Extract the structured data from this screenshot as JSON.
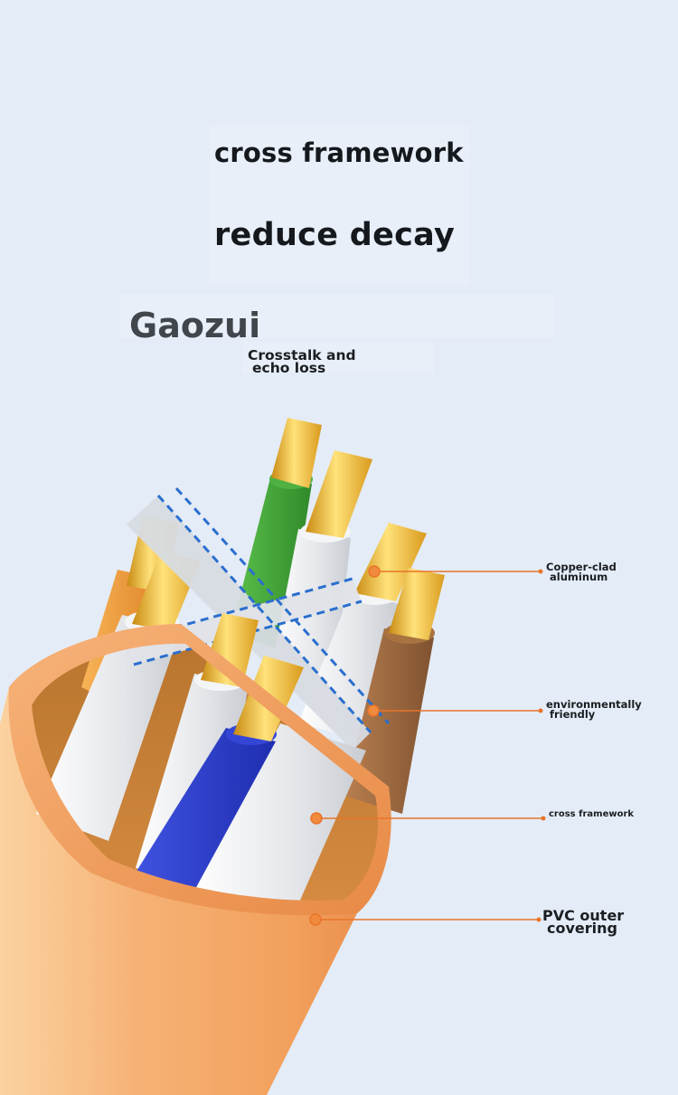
{
  "headline": {
    "line1": "cross framework",
    "line2": "reduce decay"
  },
  "brand": "Gaozui",
  "subheadline": {
    "line1": "Crosstalk and",
    "line2": "echo loss"
  },
  "callouts": [
    {
      "line1": "Copper-clad",
      "line2": "aluminum"
    },
    {
      "line1": "environmentally",
      "line2": "friendly"
    },
    {
      "line1": "cross framework",
      "line2": ""
    },
    {
      "line1": "PVC outer",
      "line2": "covering"
    }
  ],
  "colors": {
    "background": "#e4ecf7",
    "jacket": "#f3a868",
    "callout_line": "#e9742a",
    "separator_dash": "#2a6fce",
    "wire_green": "#3aa033",
    "wire_blue": "#2838c8",
    "wire_orange": "#f09a3c",
    "wire_brown": "#9e6a3e",
    "wire_white": "#eceef2",
    "copper": "#f0be3c"
  }
}
